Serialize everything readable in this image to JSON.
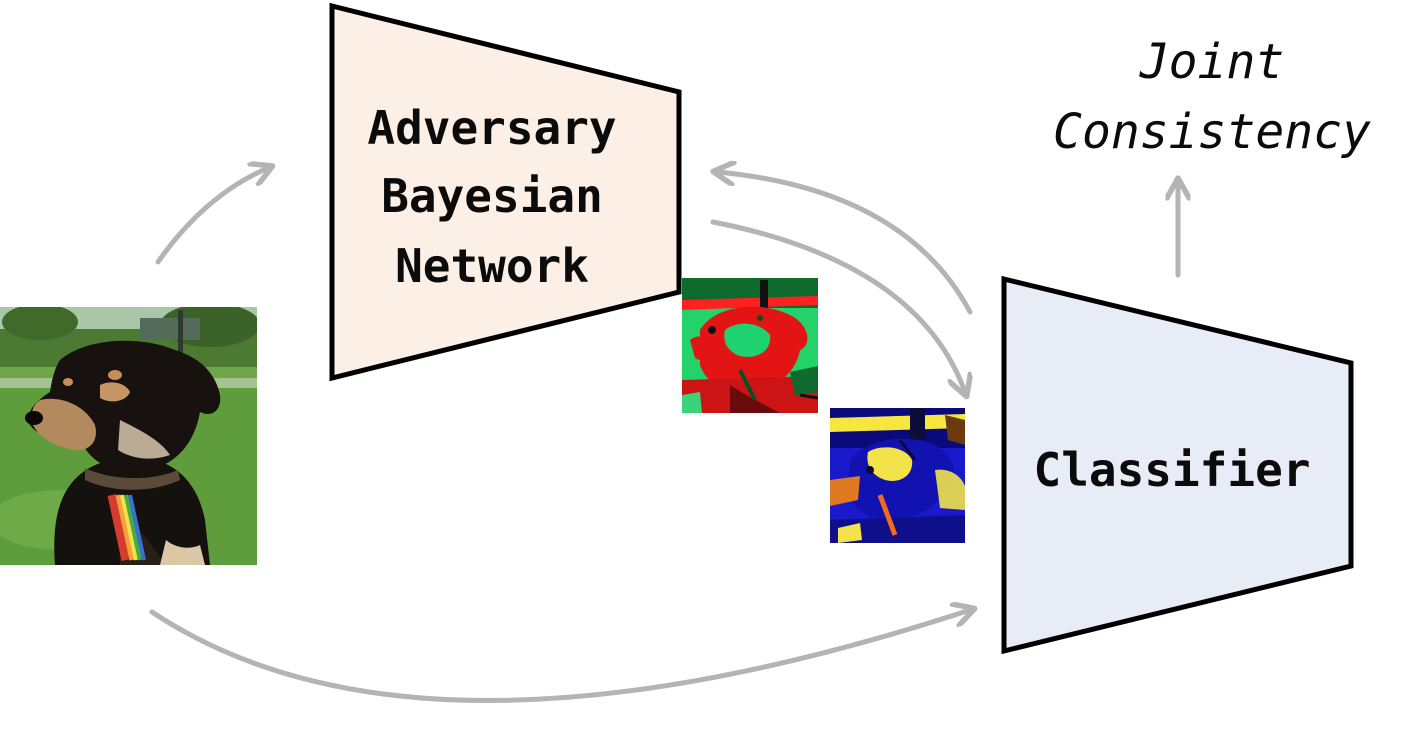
{
  "adversary": {
    "lines": [
      "Adversary",
      "Bayesian",
      "Network"
    ]
  },
  "classifier": {
    "label": "Classifier"
  },
  "objective": {
    "lines": [
      "Joint",
      "Consistency"
    ]
  },
  "images": {
    "input": "dog-photo",
    "adversarial_1": "dog-adversarial-red-green",
    "adversarial_2": "dog-adversarial-blue-yellow"
  },
  "colors": {
    "adversary_fill": "#fcefe6",
    "classifier_fill": "#e8ecf7",
    "arrow": "#b4b4b4",
    "outline": "#000000"
  }
}
